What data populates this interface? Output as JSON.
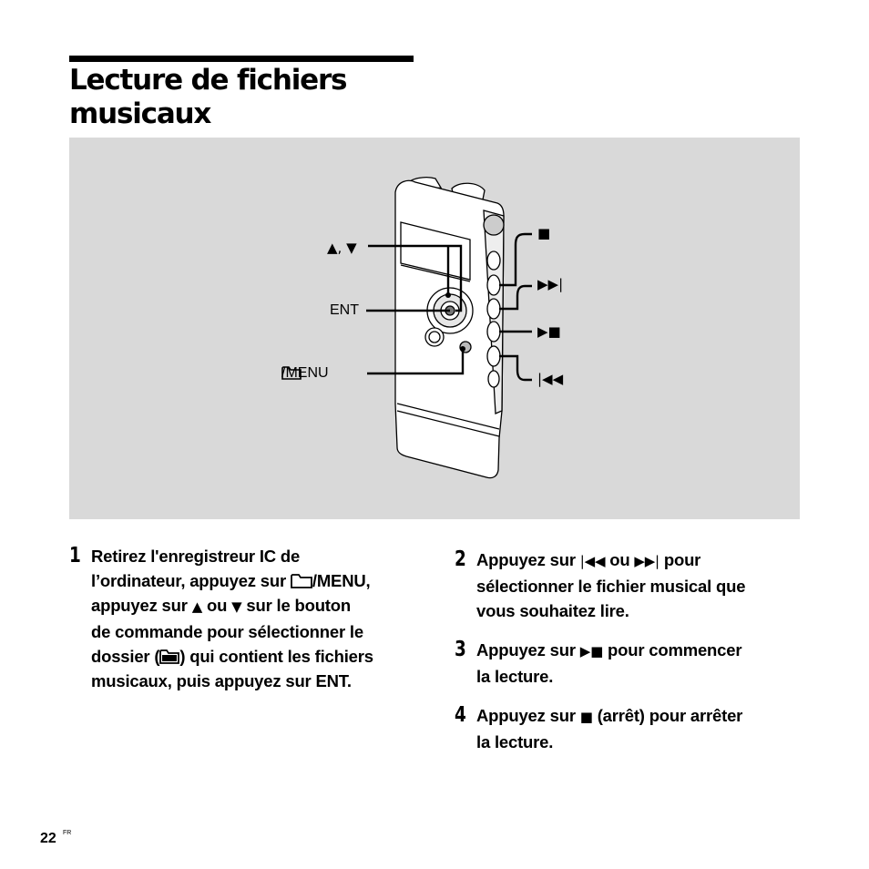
{
  "heading": {
    "line1": "Lecture de fichiers",
    "line2": "musicaux"
  },
  "figure": {
    "labels": {
      "up_down": "▲, ▼",
      "ent": "ENT",
      "menu": "/MENU",
      "stop": "■",
      "next": "▶▶|",
      "play_stop": "▶■",
      "prev": "|◀◀"
    }
  },
  "steps": [
    {
      "number": "1",
      "line1": "Retirez l'enregistreur IC de",
      "line2a": "l’ordinateur, appuyez sur ",
      "line2b": "/MENU,",
      "line3a": "appuyez sur ",
      "line3b": "▲",
      "line3c": " ou ",
      "line3d": "▼",
      "line3e": " sur le bouton",
      "line4": "de commande pour sélectionner le",
      "line5a": "dossier (",
      "line5b": ") qui contient les fichiers",
      "line6": "musicaux, puis appuyez sur ENT."
    },
    {
      "number": "2",
      "line1a": "Appuyez sur ",
      "line1b": "|◀◀",
      "line1c": " ou ",
      "line1d": "▶▶|",
      "line1e": " pour",
      "line2": "sélectionner le fichier musical que",
      "line3": "vous souhaitez lire."
    },
    {
      "number": "3",
      "line1a": "Appuyez sur ",
      "line1b": "▶■",
      "line1c": " pour commencer",
      "line2": "la lecture."
    },
    {
      "number": "4",
      "line1a": "Appuyez sur ",
      "line1b": "■",
      "line1c": " (arrêt) pour arrêter",
      "line2": "la lecture."
    }
  ],
  "footer": {
    "page": "22",
    "lang": "FR"
  }
}
